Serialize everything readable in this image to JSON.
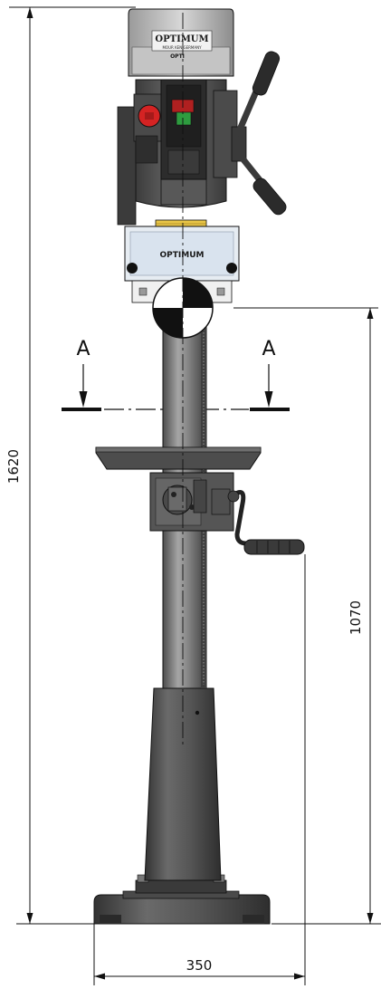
{
  "dimensions": {
    "overall_height": "1620",
    "table_height": "1070",
    "base_width": "350"
  },
  "section": {
    "left_marker": "A",
    "right_marker": "A"
  },
  "branding": {
    "head_logo": "OPTIMUM",
    "head_line": "MOUR KEN   GERMANY",
    "model_badge": "OPTI",
    "guard_logo": "OPTIMUM"
  },
  "colors": {
    "casting": "#5e5e5e",
    "casting_dark": "#3a3a3a",
    "column": "#7a7a7a",
    "line": "#111111",
    "emergency_stop": "#d42323",
    "start_button": "#2e9b3f",
    "collar_yellow": "#e8c547",
    "guard_blue": "#d9e3ee"
  }
}
